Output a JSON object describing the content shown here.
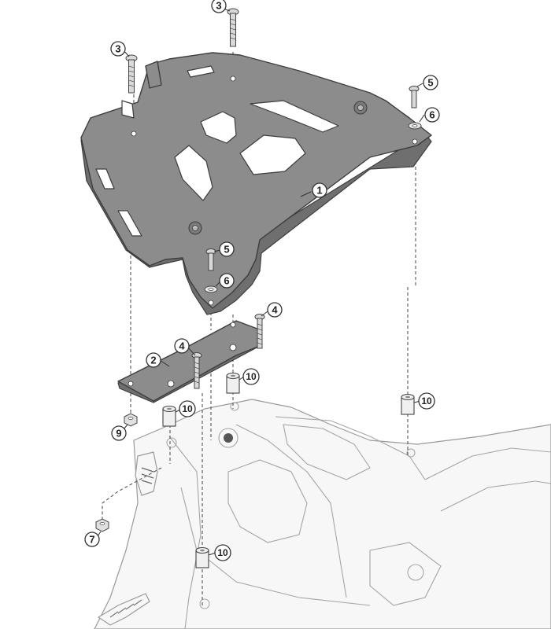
{
  "callouts": {
    "c1": "1",
    "c2": "2",
    "c3a": "3",
    "c3b": "3",
    "c4a": "4",
    "c4b": "4",
    "c5a": "5",
    "c5b": "5",
    "c6a": "6",
    "c6b": "6",
    "c7": "7",
    "c9": "9",
    "c10a": "10",
    "c10b": "10",
    "c10c": "10",
    "c10d": "10"
  },
  "colors": {
    "plate": "#8c8c8c",
    "outline": "#3d3d3d",
    "bike": "#f7f7f7"
  }
}
